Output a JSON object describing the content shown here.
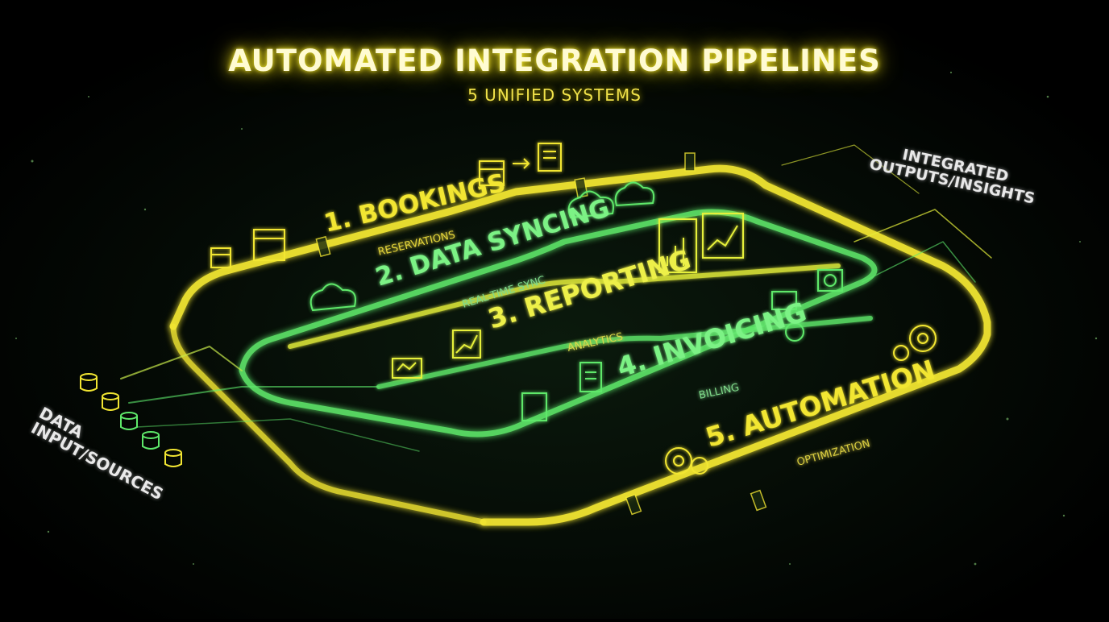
{
  "header": {
    "title": "AUTOMATED INTEGRATION PIPELINES",
    "subtitle": "5 UNIFIED SYSTEMS"
  },
  "inputs_label": {
    "line1": "DATA",
    "line2": "INPUT/SOURCES"
  },
  "outputs_label": {
    "line1": "INTEGRATED",
    "line2": "OUTPUTS/INSIGHTS"
  },
  "pipelines": [
    {
      "label": "1. BOOKINGS",
      "sublabel": "RESERVATIONS",
      "color": "#f2e632",
      "icon": "calendar-icon"
    },
    {
      "label": "2. DATA SYNCING",
      "sublabel": "REAL-TIME SYNC",
      "color": "#5ee86a",
      "icon": "cloud-sync-icon"
    },
    {
      "label": "3. REPORTING",
      "sublabel": "ANALYTICS",
      "color": "#e6f03a",
      "icon": "bar-chart-icon"
    },
    {
      "label": "4. INVOICING",
      "sublabel": "BILLING",
      "color": "#5ee86a",
      "icon": "invoice-icon"
    },
    {
      "label": "5. AUTOMATION",
      "sublabel": "OPTIMIZATION",
      "color": "#f2e632",
      "icon": "gears-icon"
    }
  ],
  "colors": {
    "yellow": "#f2e632",
    "green": "#5ee86a",
    "background": "#000000"
  }
}
